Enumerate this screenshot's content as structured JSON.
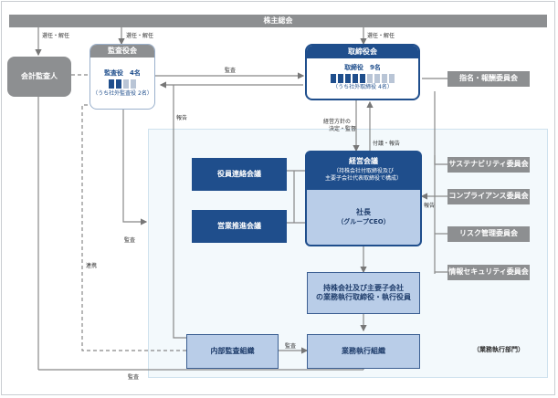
{
  "shareholders": "株主総会",
  "auditor": "会計監査人",
  "audit_board": {
    "title": "監査役会",
    "count": "監査役　4名",
    "note": "（うち社外監査役 2名）"
  },
  "board": {
    "title": "取締役会",
    "count": "取締役　9名",
    "note": "（うち社外取締役 4名）"
  },
  "nomination_committee": "指名・報酬委員会",
  "officers_meeting": "役員連絡会議",
  "sales_meeting": "営業推進会議",
  "management_meeting": {
    "title": "経営会議",
    "note1": "（持株会社付取締役及び",
    "note2": "主要子会社代表取締役で構成）"
  },
  "president": {
    "title": "社長",
    "sub": "（グループCEO）"
  },
  "sustainability_committee": "サステナビリティ委員会",
  "compliance_committee": "コンプライアンス委員会",
  "risk_committee": "リスク管理委員会",
  "infosec_committee": "情報セキュリティ委員会",
  "executives": {
    "line1": "持株会社及び主要子会社",
    "line2": "の業務執行取締役・執行役員"
  },
  "internal_audit": "内部監査組織",
  "business_org": "業務執行組織",
  "exec_dept": "（業務執行部門）",
  "labels": {
    "appoint1": "選任・解任",
    "appoint2": "選任・解任",
    "appoint3": "選任・解任",
    "audit_arrow": "監査",
    "report1": "報告",
    "decision": "経営方針の",
    "decision2": "決定・監督",
    "consult": "付議・報告",
    "report2": "報告",
    "audit2": "監査",
    "cooperate": "連携",
    "audit3": "監査",
    "audit4": "監査"
  },
  "colors": {
    "navy": "#1f4e8c",
    "gray": "#8d8f91",
    "light": "#b9cde8",
    "person_on": "#1f4e8c",
    "person_off": "#b9c5d6"
  },
  "board_people": {
    "total": 9,
    "outside": 4
  },
  "audit_people": {
    "total": 4,
    "outside": 2
  }
}
